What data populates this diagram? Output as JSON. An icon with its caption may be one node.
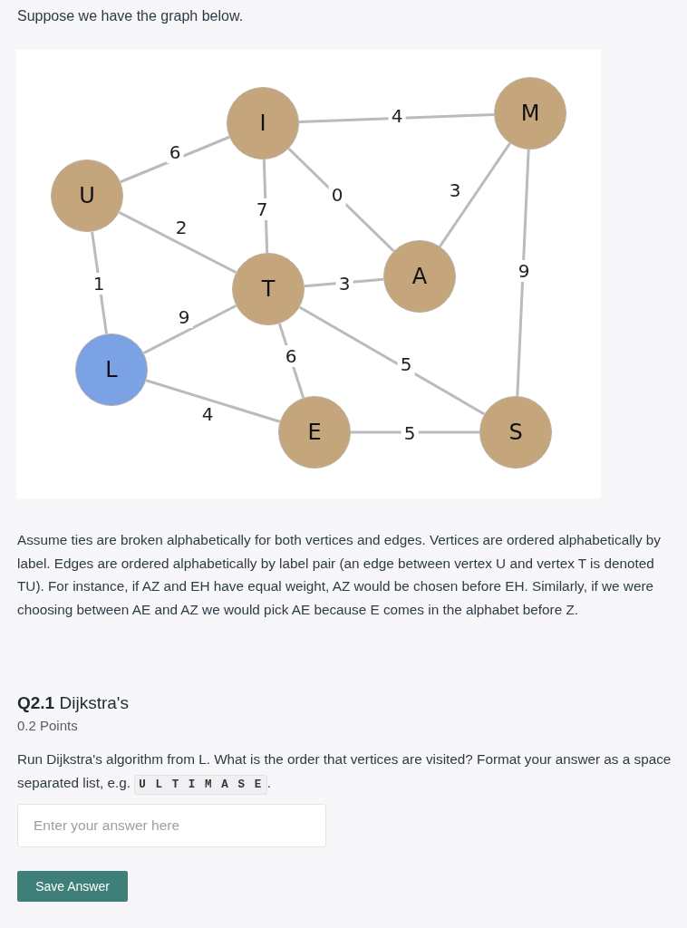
{
  "diagram": {
    "nodes": [
      {
        "text": [
          "I"
        ]
      },
      {
        "text": [
          "M"
        ]
      },
      {
        "text": [
          "U"
        ]
      },
      {
        "text": [
          "A"
        ]
      },
      {
        "text": [
          "T"
        ]
      },
      {
        "text": [
          "L"
        ]
      },
      {
        "text": [
          "E"
        ]
      },
      {
        "text": [
          "S"
        ]
      }
    ],
    "edges": [
      {
        "from": 0,
        "to": 1,
        "arrow": "none",
        "label": "4"
      },
      {
        "from": 2,
        "to": 0,
        "arrow": "none",
        "label": "6"
      },
      {
        "from": 0,
        "to": 3,
        "arrow": "none",
        "label": "0"
      },
      {
        "from": 0,
        "to": 4,
        "arrow": "none",
        "label": "7"
      },
      {
        "from": 1,
        "to": 3,
        "arrow": "none",
        "label": "3"
      },
      {
        "from": 2,
        "to": 4,
        "arrow": "none",
        "label": "2"
      },
      {
        "from": 2,
        "to": 5,
        "arrow": "none",
        "label": "1"
      },
      {
        "from": 4,
        "to": 3,
        "arrow": "none",
        "label": "3"
      },
      {
        "from": 1,
        "to": 7,
        "arrow": "none",
        "label": "9"
      },
      {
        "from": 5,
        "to": 4,
        "arrow": "none",
        "label": "9"
      },
      {
        "from": 4,
        "to": 6,
        "arrow": "none",
        "label": "6"
      },
      {
        "from": 4,
        "to": 7,
        "arrow": "none",
        "label": "5"
      },
      {
        "from": 5,
        "to": 6,
        "arrow": "none",
        "label": "4"
      },
      {
        "from": 6,
        "to": 7,
        "arrow": "none",
        "label": "5"
      }
    ],
    "labels": [
      "Suppose we have the graph below.",
      "Assume ties are broken alphabetically for both vertices and edges. Vertices are ordered alphabetically by label. Edges are ordered alphabetically by label pair (an edge between vertex U and vertex T is denoted TU). For instance, if AZ and EH have equal weight, AZ would be chosen before EH. Similarly, if we were choosing between AE and AZ we would pick AE because E comes in the alphabet before Z.",
      "**Q2.1** Dijkstra's",
      "0.2 Points",
      "Run Dijkstra's algorithm from L. What is the order that vertices are visited? Format your answer as a space separated list, e.g.",
      "U L T I M A S E",
      ".",
      "Enter your answer here",
      "Save Answer"
    ]
  }
}
